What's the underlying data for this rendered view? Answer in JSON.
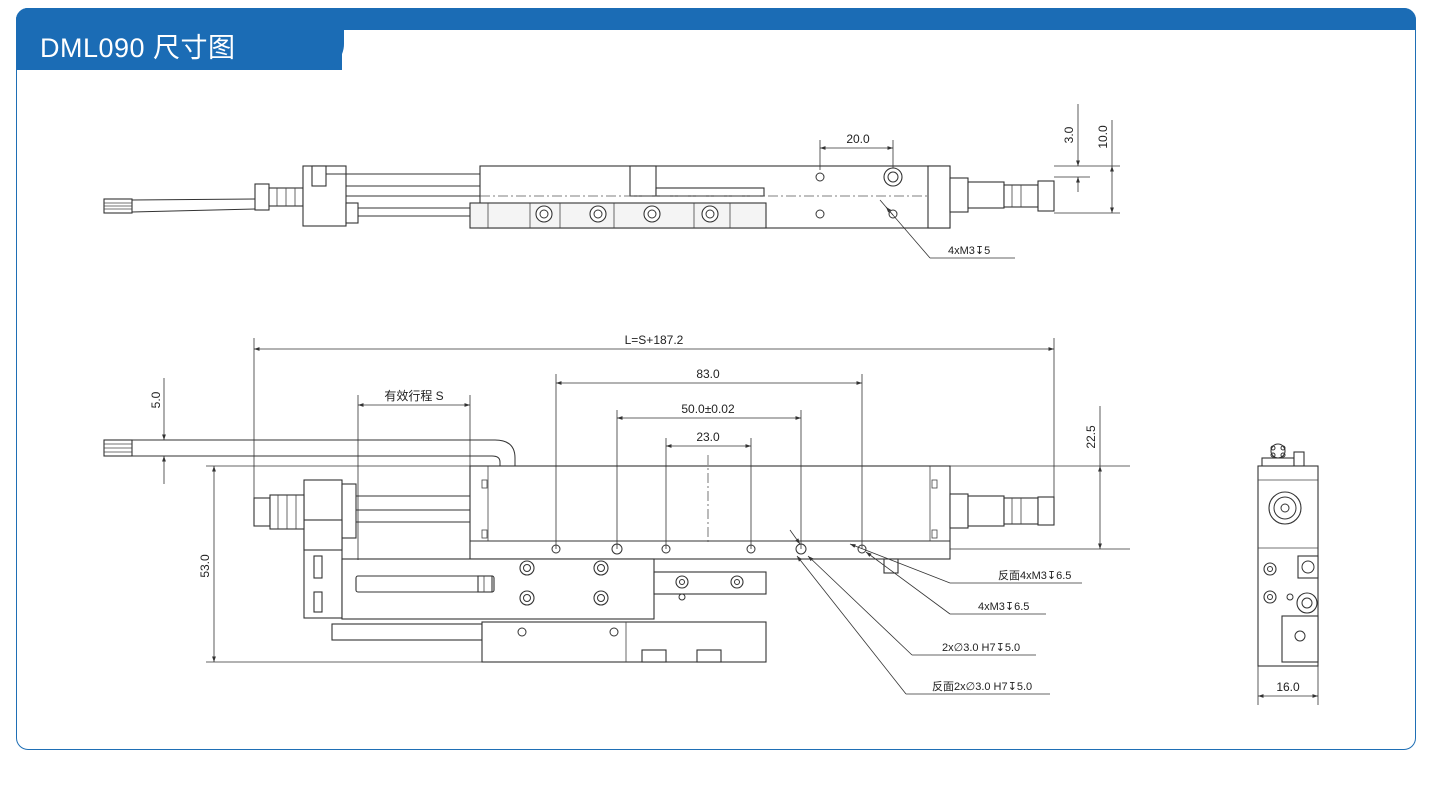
{
  "title": "DML090 尺寸图",
  "colors": {
    "accent": "#1b6cb5",
    "line": "#333333"
  },
  "top_view": {
    "dim_width": "20.0",
    "dim_small": "3.0",
    "dim_height": "10.0",
    "callout_holes": "4xM3↧5"
  },
  "front_view": {
    "dim_total": "L=S+187.2",
    "dim_stroke": "有效行程 S",
    "dim_83": "83.0",
    "dim_50": "50.0±0.02",
    "dim_23": "23.0",
    "dim_5": "5.0",
    "dim_22": "22.5",
    "dim_53": "53.0",
    "callout_back_m3": "反面4xM3↧6.5",
    "callout_m3": "4xM3↧6.5",
    "callout_pin": "2x∅3.0 H7↧5.0",
    "callout_back_pin": "反面2x∅3.0 H7↧5.0"
  },
  "side_view": {
    "dim_width": "16.0"
  }
}
